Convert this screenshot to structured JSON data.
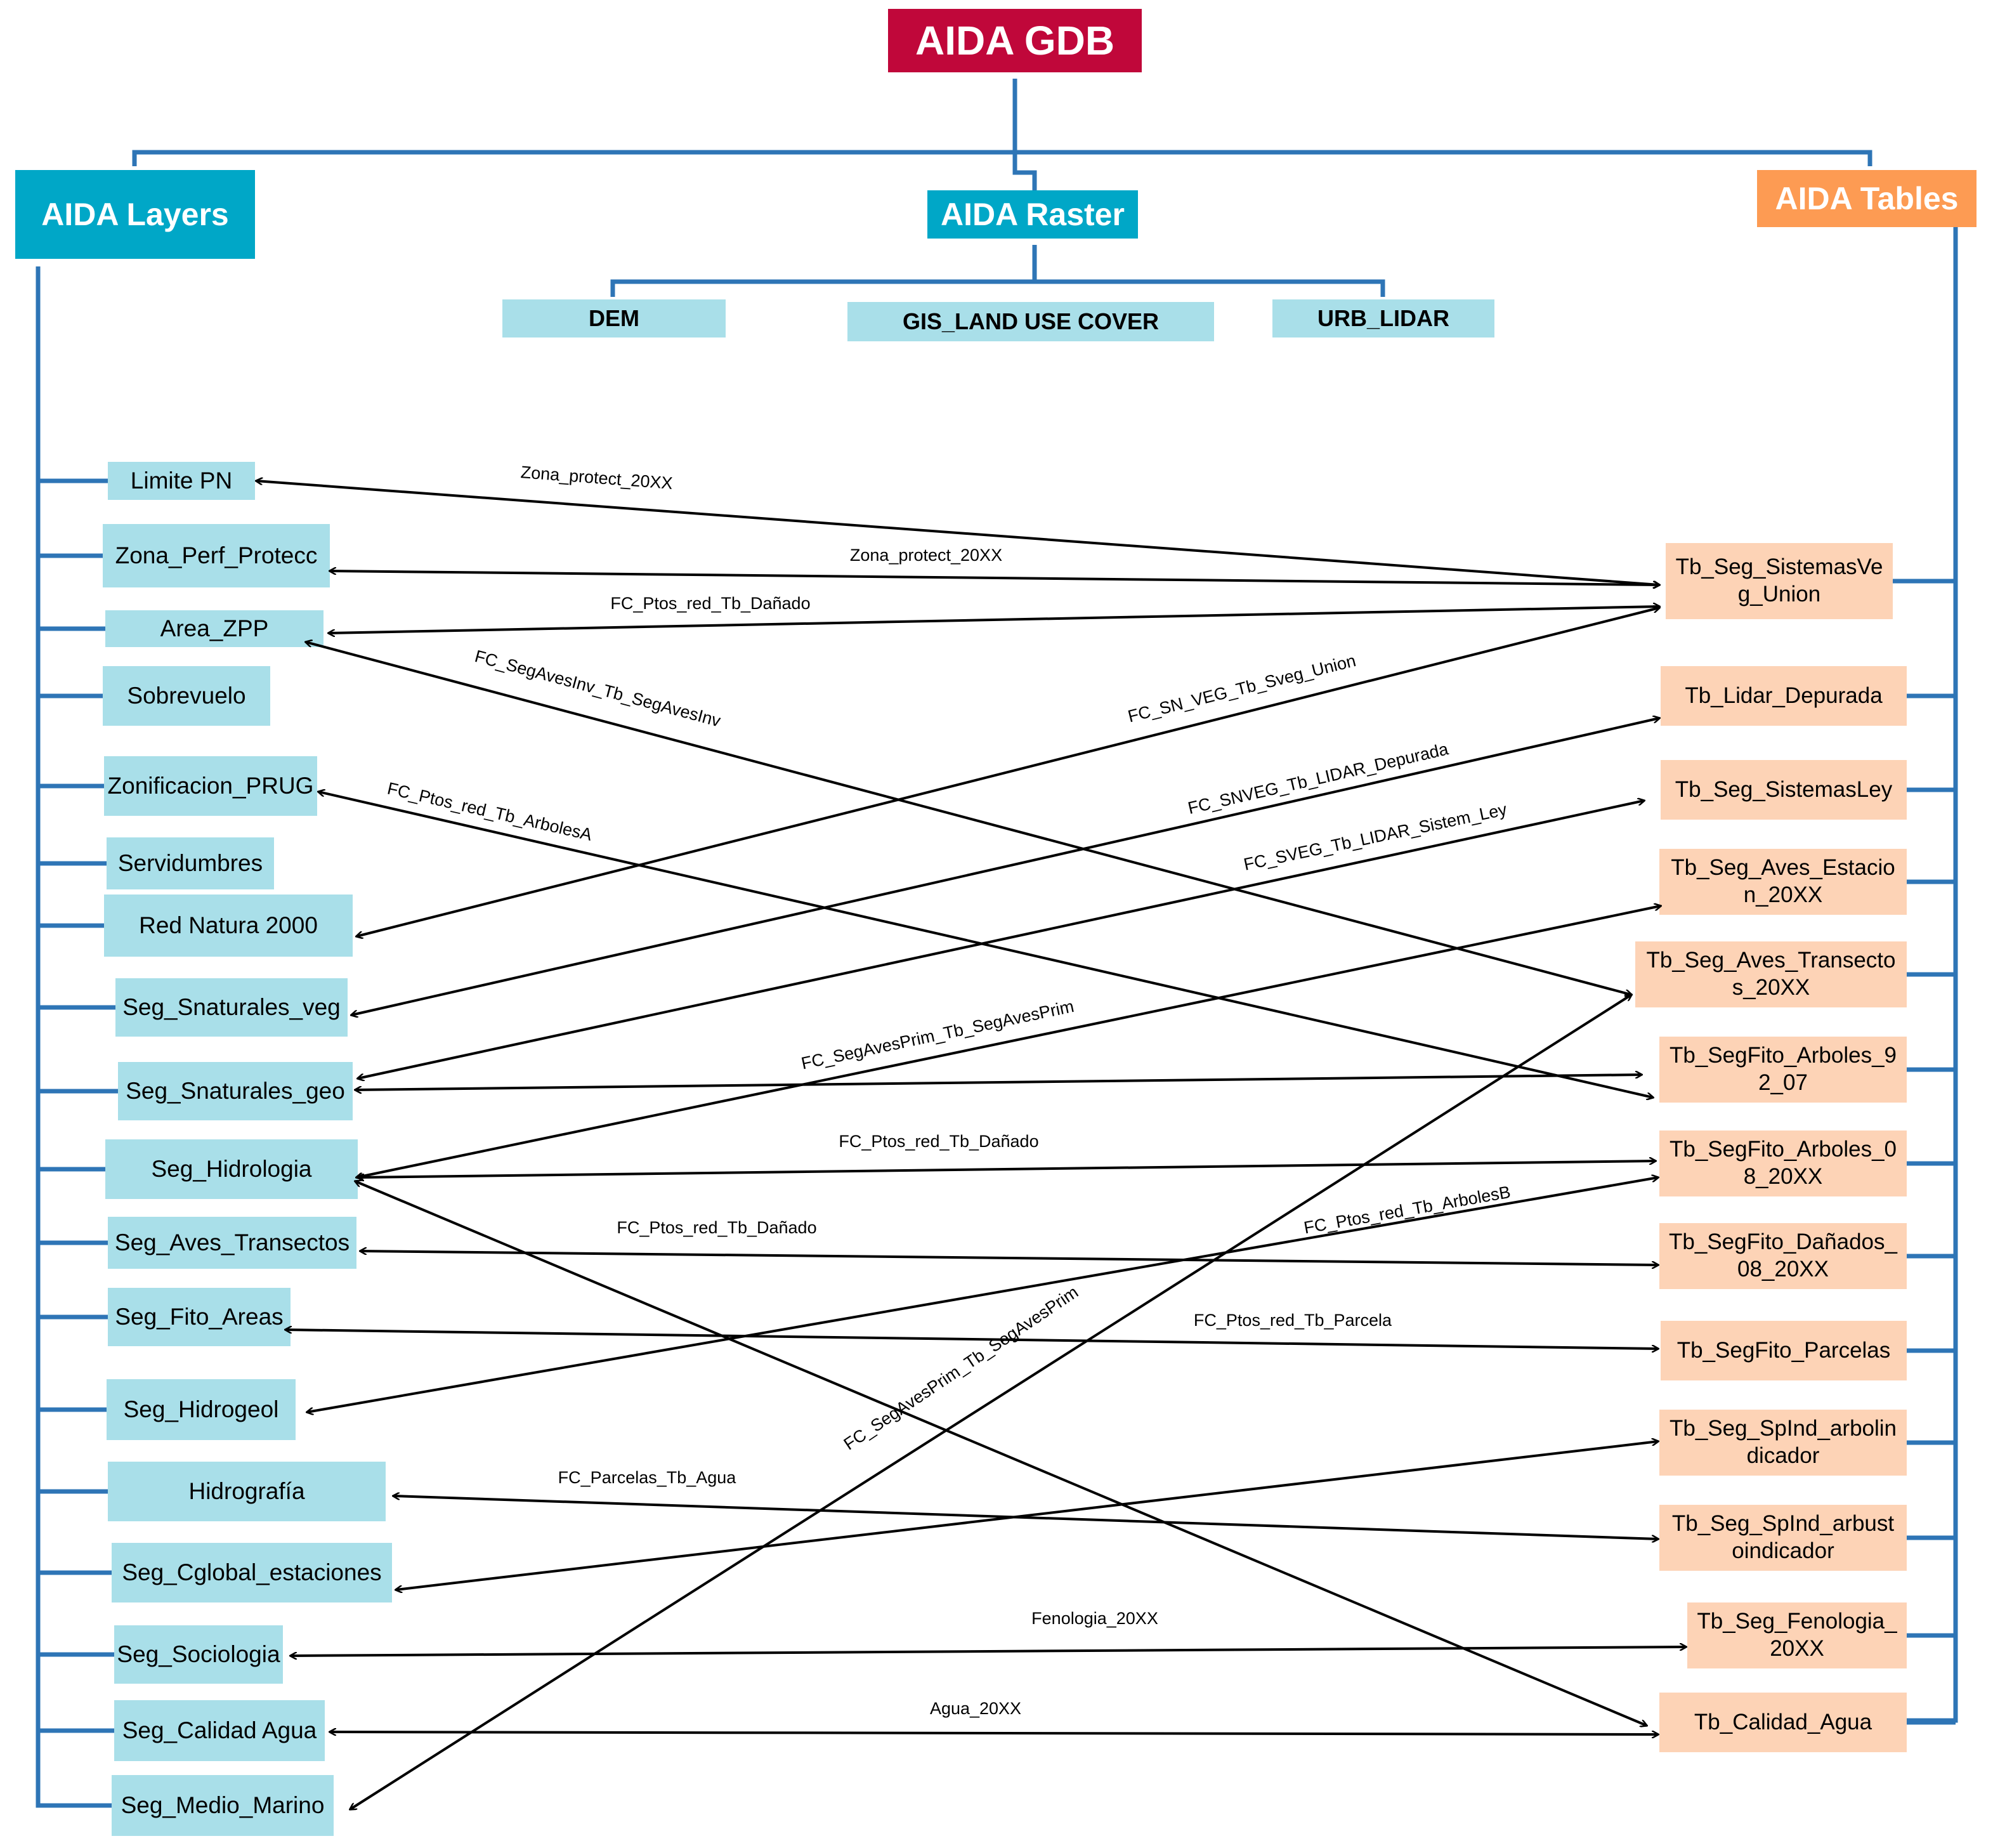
{
  "root": {
    "title": "AIDA GDB"
  },
  "groups": {
    "layers": "AIDA Layers",
    "raster": "AIDA Raster",
    "tables": "AIDA Tables"
  },
  "raster_items": [
    "DEM",
    "GIS_LAND USE COVER",
    "URB_LIDAR"
  ],
  "layers": [
    "Limite PN",
    "Zona_Perf_Protecc",
    "Area_ZPP",
    "Sobrevuelo",
    "Zonificacion_PRUG",
    "Servidumbres",
    "Red Natura 2000",
    "Seg_Snaturales_veg",
    "Seg_Snaturales_geo",
    "Seg_Hidrologia",
    "Seg_Aves_Transectos",
    "Seg_Fito_Areas",
    "Seg_Hidrogeol",
    "Hidrografía",
    "Seg_Cglobal_estaciones",
    "Seg_Sociologia",
    "Seg_Calidad Agua",
    "Seg_Medio_Marino"
  ],
  "tables": [
    "Tb_Seg_SistemasVe\ng_Union",
    "Tb_Lidar_Depurada",
    "Tb_Seg_SistemasLey",
    "Tb_Seg_Aves_Estacio\nn_20XX",
    "Tb_Seg_Aves_Transecto\ns_20XX",
    "Tb_SegFito_Arboles_9\n2_07",
    "Tb_SegFito_Arboles_0\n8_20XX",
    "Tb_SegFito_Dañados_\n08_20XX",
    "Tb_SegFito_Parcelas",
    "Tb_Seg_SpInd_arbolin\ndicador",
    "Tb_Seg_SpInd_arbust\noindicador",
    "Tb_Seg_Fenologia_\n20XX",
    "Tb_Calidad_Agua"
  ],
  "relationships": [
    "Zona_protect_20XX",
    "Zona_protect_20XX",
    "FC_Ptos_red_Tb_Dañado",
    "FC_SegAvesInv_Tb_SegAvesInv",
    "FC_SN_VEG_Tb_Sveg_Union",
    "FC_SNVEG_Tb_LIDAR_Depurada",
    "FC_SVEG_Tb_LIDAR_Sistem_Ley",
    "FC_Ptos_red_Tb_ArbolesA",
    "FC_SegAvesPrim_Tb_SegAvesPrim",
    "FC_Ptos_red_Tb_Dañado",
    "FC_Ptos_red_Tb_Dañado",
    "FC_Ptos_red_Tb_ArbolesB",
    "FC_Ptos_red_Tb_Parcela",
    "FC_SegAvesPrim_Tb_SegAvesPrim",
    "FC_Parcelas_Tb_Agua",
    "Fenologia_20XX",
    "Agua_20XX"
  ],
  "colors": {
    "connector": "#2e75b6",
    "root": "#c0073a",
    "layer_header": "#00a7c7",
    "table_header": "#fd9b53",
    "layer_box": "#a9dfe9",
    "table_box": "#fdd3b6",
    "arrow": "#000000"
  }
}
